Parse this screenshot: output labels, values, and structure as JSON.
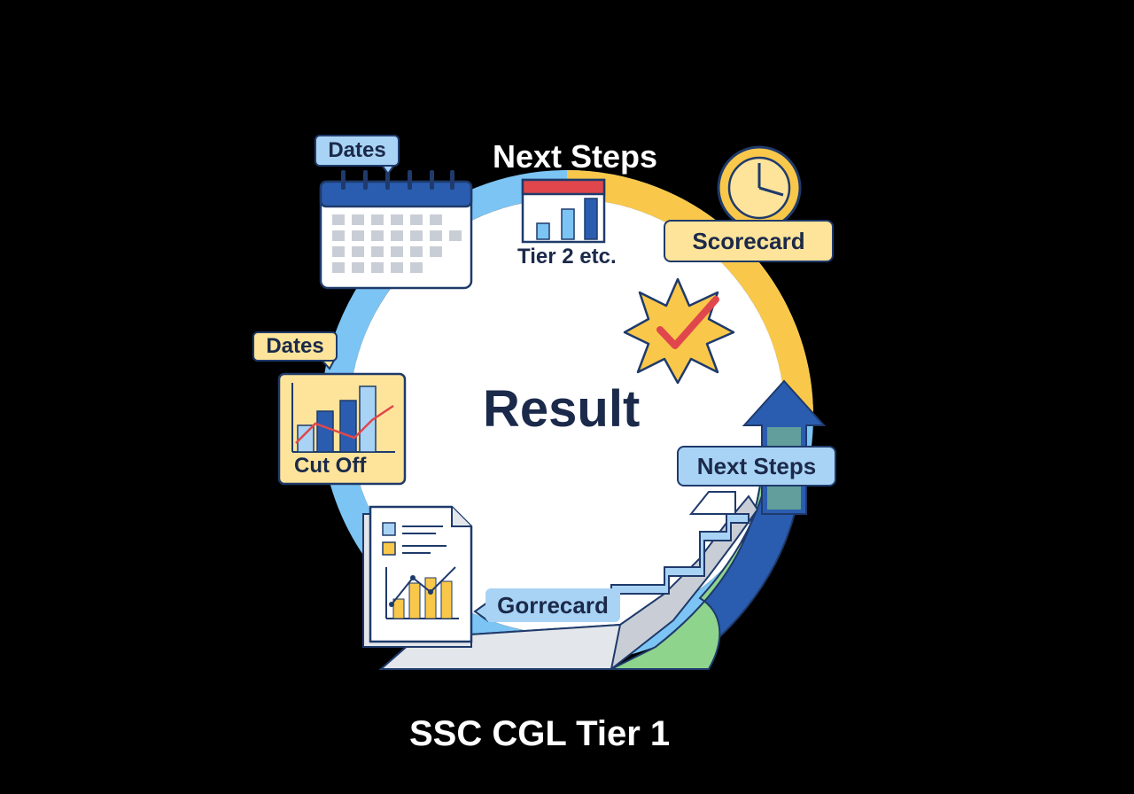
{
  "center_label": "Result",
  "title_top": "Next Steps",
  "footer_title": "SSC CGL Tier 1",
  "labels": {
    "dates_top": "Dates",
    "dates_left": "Dates",
    "cut_off": "Cut Off",
    "tier2": "Tier 2 etc.",
    "scorecard": "Scorecard",
    "next_steps_right": "Next Steps",
    "gorrecard": "Gorrecard"
  },
  "icons": {
    "calendar": "calendar-icon",
    "calendar_chart": "calendar-chart-icon",
    "clock": "clock-icon",
    "badge": "checkmark-badge-icon",
    "arrow": "up-arrow-icon",
    "cutoff_chart": "bar-line-chart-icon",
    "document": "report-document-icon",
    "stairs": "stairs-icon"
  },
  "colors": {
    "background": "#000000",
    "ring_blue": "#7cc4f3",
    "ring_yellow": "#f9c84a",
    "dark_blue": "#2a5db0",
    "navy": "#1b2a4a",
    "green": "#8fd48c",
    "accent_red": "#e0474c"
  }
}
